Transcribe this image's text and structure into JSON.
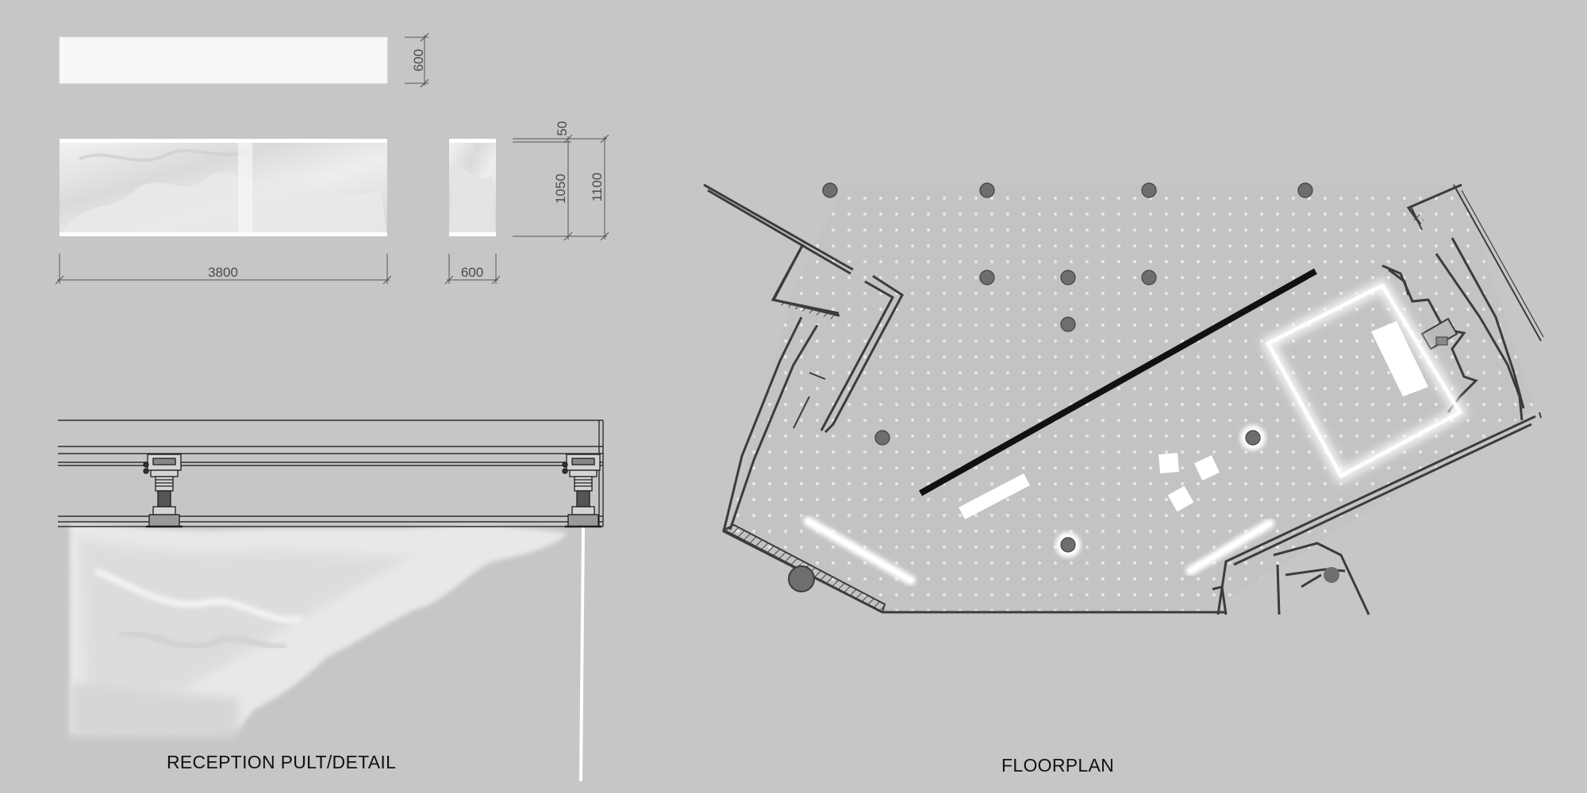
{
  "captions": {
    "reception": "RECEPTION PULT/DETAIL",
    "floorplan": "FLOORPLAN"
  },
  "dimensions": {
    "top_height": "600",
    "cap_thickness": "50",
    "front_height": "1050",
    "total_height": "1100",
    "front_width": "3800",
    "side_width": "600"
  },
  "colors": {
    "background": "#c6c6c6",
    "line": "#3a3a3a",
    "wall": "#444444",
    "column": "#6e6e6e",
    "panel": "#f6f6f6"
  }
}
